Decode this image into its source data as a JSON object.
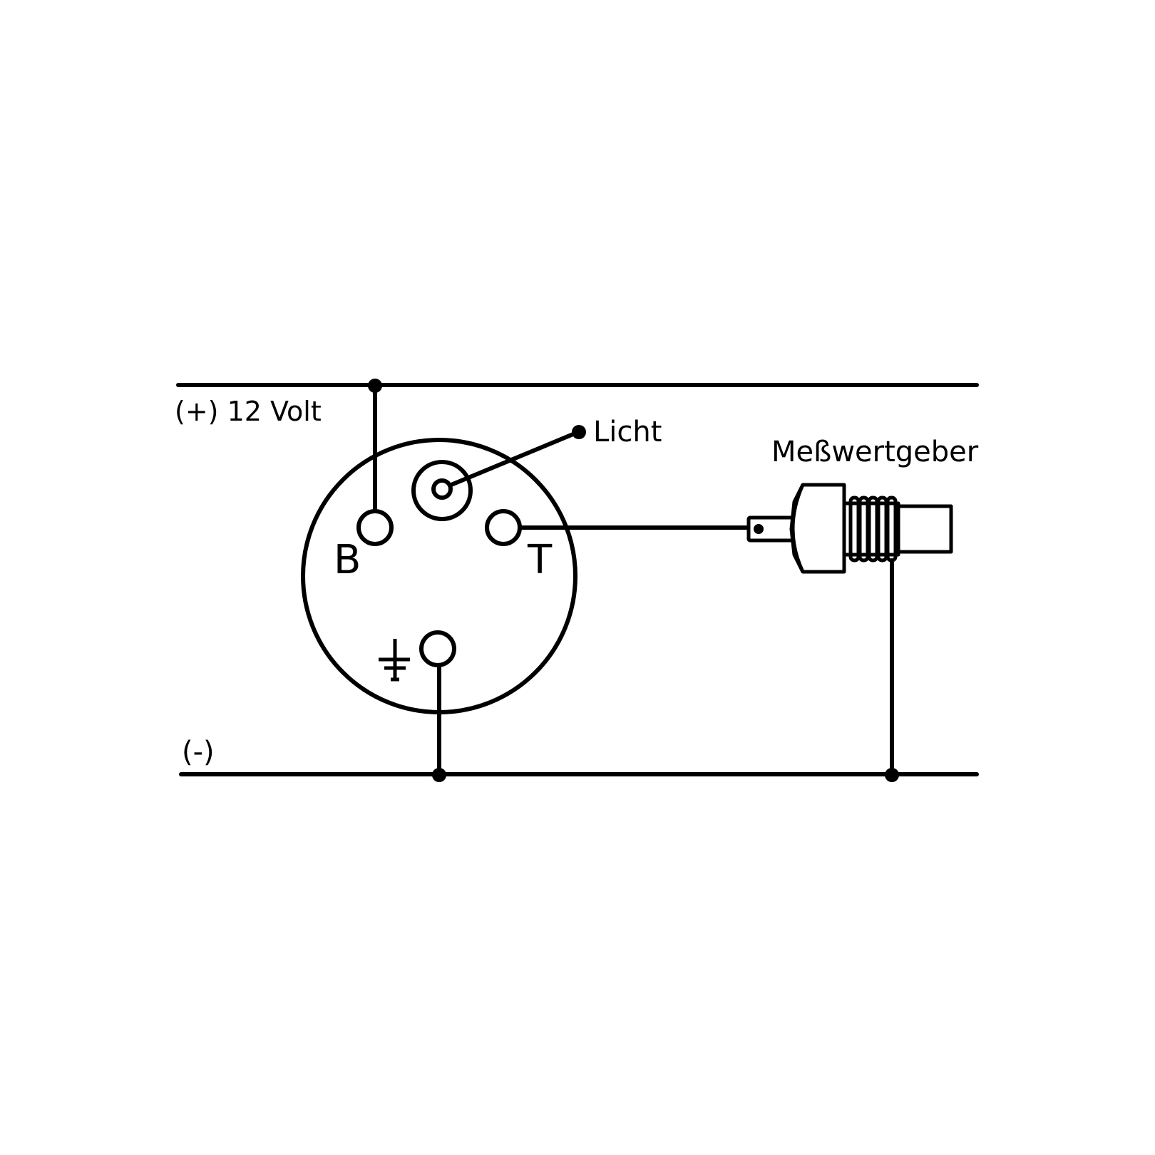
{
  "diagram": {
    "rails": {
      "positive_label": "(+) 12 Volt",
      "negative_label": "(-)"
    },
    "gauge": {
      "terminal_b_label": "B",
      "terminal_t_label": "T",
      "ground_symbol": "ground-symbol-icon"
    },
    "light": {
      "label": "Licht"
    },
    "sender": {
      "label": "Meßwertgeber"
    }
  }
}
